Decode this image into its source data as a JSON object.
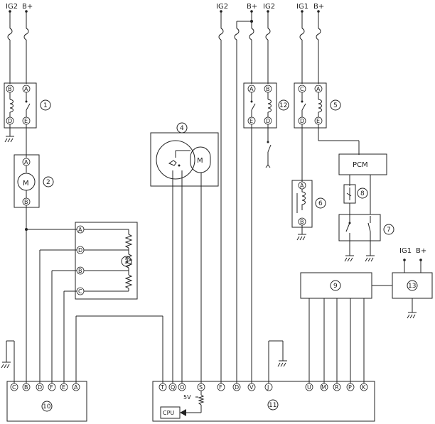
{
  "top_supplies": {
    "relay1_ig2": "IG2",
    "relay1_bplus": "B+",
    "mid_ig2": "IG2",
    "mid_bplus": "B+",
    "relay12_ig2": "IG2",
    "relay5_ig1": "IG1",
    "relay5_bplus": "B+"
  },
  "components": {
    "c1": "1",
    "c2": "2",
    "c3": "3",
    "c4": "4",
    "c5": "5",
    "c6": "6",
    "c7": "7",
    "c8": "8",
    "c9": "9",
    "c10": "10",
    "c11": "11",
    "c12": "12",
    "c13": "13"
  },
  "pcm_label": "PCM",
  "module13": {
    "ig1": "IG1",
    "bplus": "B+"
  },
  "motor_label": "M",
  "cpu_label": "CPU",
  "voltage_label": "5V",
  "pins": {
    "relay1": [
      "B",
      "A",
      "D",
      "E"
    ],
    "motor2": [
      "A",
      "B"
    ],
    "resistor3": [
      "A",
      "D",
      "B",
      "C"
    ],
    "relay12": [
      "A",
      "B",
      "E",
      "D"
    ],
    "relay5": [
      "C",
      "A",
      "D",
      "E"
    ],
    "coil6": [
      "A",
      "B"
    ],
    "unit10": [
      "C",
      "B",
      "D",
      "F",
      "E",
      "A"
    ],
    "unit11": [
      "T",
      "Q",
      "O",
      "S",
      "F",
      "D",
      "V",
      "J",
      "U",
      "M",
      "R",
      "P",
      "K"
    ]
  }
}
